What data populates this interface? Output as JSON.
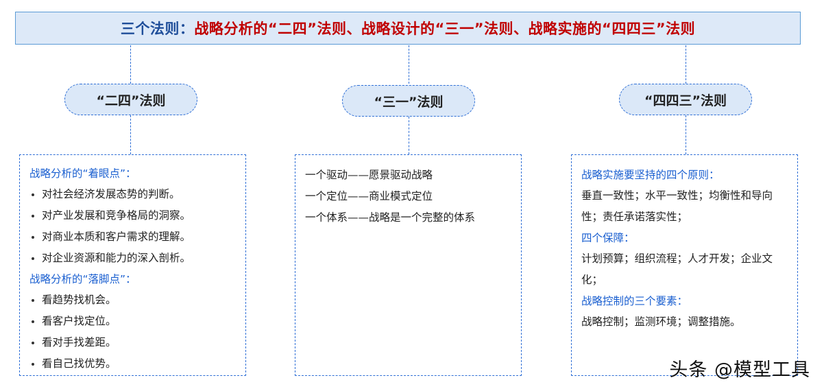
{
  "title": {
    "lead": "三个法则：",
    "rest": "战略分析的“二四”法则、战略设计的“三一”法则、战略实施的“四四三”法则"
  },
  "columns": [
    {
      "pill": "“二四”法则",
      "sections": [
        {
          "heading": "战略分析的“着眼点”：",
          "items": [
            "对社会经济发展态势的判断。",
            "对产业发展和竞争格局的洞察。",
            "对商业本质和客户需求的理解。",
            "对企业资源和能力的深入剖析。"
          ]
        },
        {
          "heading": "战略分析的“落脚点”：",
          "items": [
            "看趋势找机会。",
            "看客户找定位。",
            "看对手找差距。",
            "看自己找优势。"
          ]
        }
      ]
    },
    {
      "pill": "“三一”法则",
      "lines": [
        "一个驱动——愿景驱动战略",
        "一个定位——商业模式定位",
        "一个体系——战略是一个完整的体系"
      ]
    },
    {
      "pill": "“四四三”法则",
      "sections": [
        {
          "heading": "战略实施要坚持的四个原则：",
          "text": "垂直一致性；水平一致性；均衡性和导向性；责任承诺落实性；"
        },
        {
          "heading": "四个保障：",
          "text": "计划预算；组织流程；人才开发；企业文化；"
        },
        {
          "heading": "战略控制的三个要素：",
          "text": "战略控制；监测环境；调整措施。"
        }
      ]
    }
  ],
  "watermark": "头条 @模型工具",
  "colors": {
    "accent_blue": "#2f6fd6",
    "title_red": "#c00000",
    "title_bg": "#dde9f8",
    "pill_bg": "#dbe8f8"
  }
}
